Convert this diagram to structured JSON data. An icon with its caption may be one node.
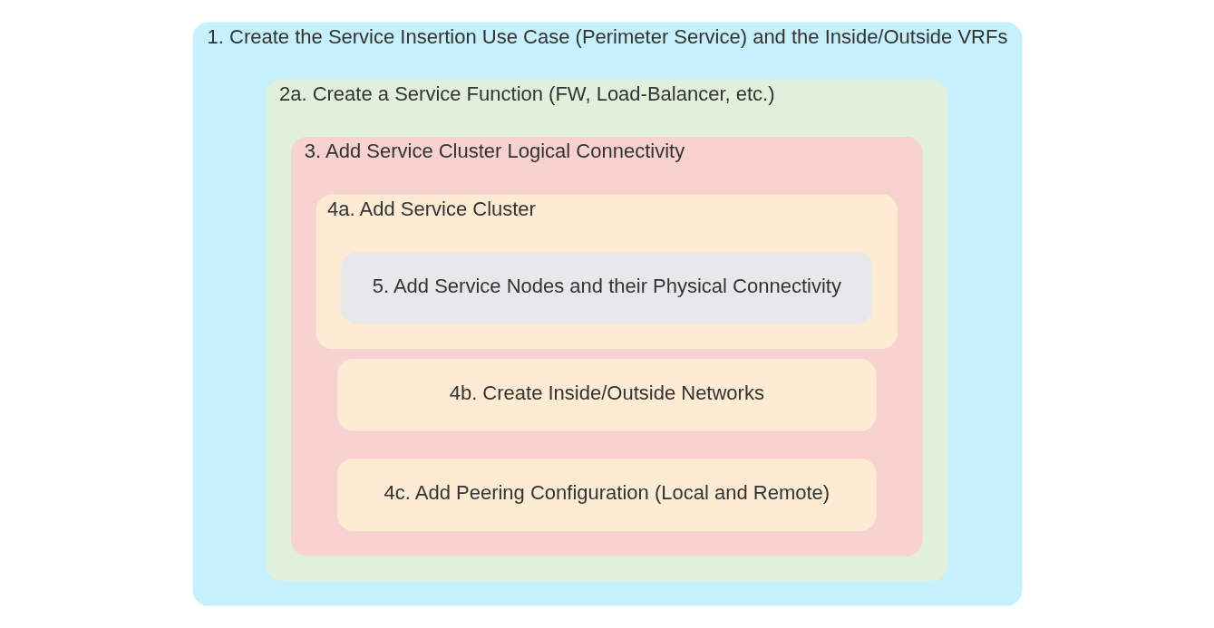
{
  "diagram": {
    "nodes": [
      {
        "text": [
          "1. Create the Service Insertion Use Case (Perimeter Service) and the Inside/Outside VRFs"
        ]
      },
      {
        "text": [
          "2a. Create a Service Function (FW, Load-Balancer, etc.)"
        ],
        "in": 0
      },
      {
        "text": [
          "3. Add Service Cluster Logical Connectivity"
        ],
        "in": 1
      },
      {
        "text": [
          "4a. Add Service Cluster"
        ],
        "in": 2
      },
      {
        "text": [
          "5. Add Service Nodes and their Physical Connectivity"
        ],
        "in": 3
      },
      {
        "text": [
          "4b. Create Inside/Outside Networks"
        ],
        "in": 2
      },
      {
        "text": [
          "4c. Add Peering Configuration (Local and Remote)"
        ],
        "in": 2
      }
    ]
  }
}
